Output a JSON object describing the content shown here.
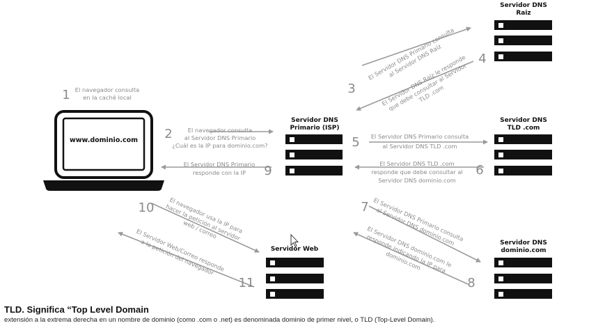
{
  "servers": {
    "root": {
      "title": [
        "Servidor DNS",
        "Raiz"
      ]
    },
    "isp": {
      "title": [
        "Servidor DNS",
        "Primario (ISP)"
      ]
    },
    "tld": {
      "title": [
        "Servidor DNS",
        "TLD .com"
      ]
    },
    "web": {
      "title": [
        "Servidor Web"
      ]
    },
    "domain": {
      "title": [
        "Servidor DNS",
        "dominio.com"
      ]
    }
  },
  "laptop": {
    "screen_text": "www.dominio.com"
  },
  "steps": [
    {
      "num": "1",
      "lines": [
        "El navegador consulta",
        "en la caché local"
      ]
    },
    {
      "num": "2",
      "lines": [
        "El navegador consulta",
        "al Servidor DNS Primario",
        "¿Cuál es la IP para dominio.com?"
      ]
    },
    {
      "num": "3",
      "lines": [
        "El Servidor DNS Primario consulta",
        "al Servidor DNS Raíz"
      ]
    },
    {
      "num": "4",
      "lines": [
        "El Servidor DNS Raíz le responde",
        "que debe consultar al Servidor",
        "TLD .com"
      ]
    },
    {
      "num": "5",
      "lines": [
        "El Servidor DNS Primario consulta",
        "al Servidor DNS TLD .com"
      ]
    },
    {
      "num": "6",
      "lines": [
        "El Servidor DNS TLD .com",
        "responde que debe consultar al",
        "Servidor DNS dominio.com"
      ]
    },
    {
      "num": "7",
      "lines": [
        "El Servidor DNS Primario consulta",
        "al Servidor DNS dominio.com"
      ]
    },
    {
      "num": "8",
      "lines": [
        "El Servidor DNS dominio.com le",
        "responde indicando la IP para",
        "dominio.com"
      ]
    },
    {
      "num": "9",
      "lines": [
        "El Servidor DNS Primario",
        "responde con la IP"
      ]
    },
    {
      "num": "10",
      "lines": [
        "El navegador usa la IP para",
        "hacer la petición al servidor",
        "web / correo"
      ]
    },
    {
      "num": "11",
      "lines": [
        "El Servidor Web/Correo responde",
        "a la petición del navegador"
      ]
    }
  ],
  "caption": {
    "title": "TLD. Significa “Top Level Domain",
    "body": "extensión a la extrema derecha en un nombre de dominio (como .com o .net) es denominada dominio de primer nivel, o TLD (Top-Level Domain)."
  }
}
